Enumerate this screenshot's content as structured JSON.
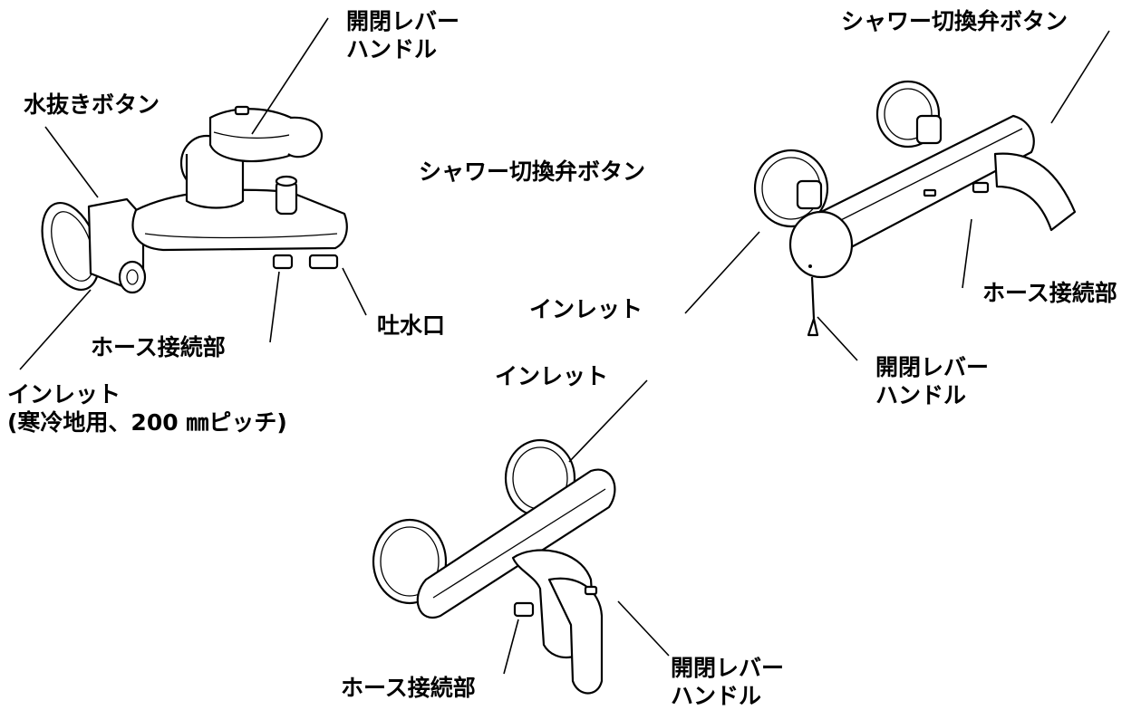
{
  "faucet_bath_mixer": {
    "lever_handle": [
      "開閉レバー",
      "ハンドル"
    ],
    "drain_button": "水抜きボタン",
    "shower_switch_button": "シャワー切換弁ボタン",
    "hose_connection": "ホース接続部",
    "spout": "吐水口",
    "inlet": [
      "インレット",
      "(寒冷地用、200 ㎜ピッチ)"
    ]
  },
  "faucet_bar_mixer": {
    "shower_switch_button": "シャワー切換弁ボタン",
    "hose_connection": "ホース接続部",
    "inlet": "インレット",
    "lever_handle": [
      "開閉レバー",
      "ハンドル"
    ]
  },
  "faucet_shower_mixer": {
    "inlet": "インレット",
    "hose_connection": "ホース接続部",
    "lever_handle": [
      "開閉レバー",
      "ハンドル"
    ]
  }
}
